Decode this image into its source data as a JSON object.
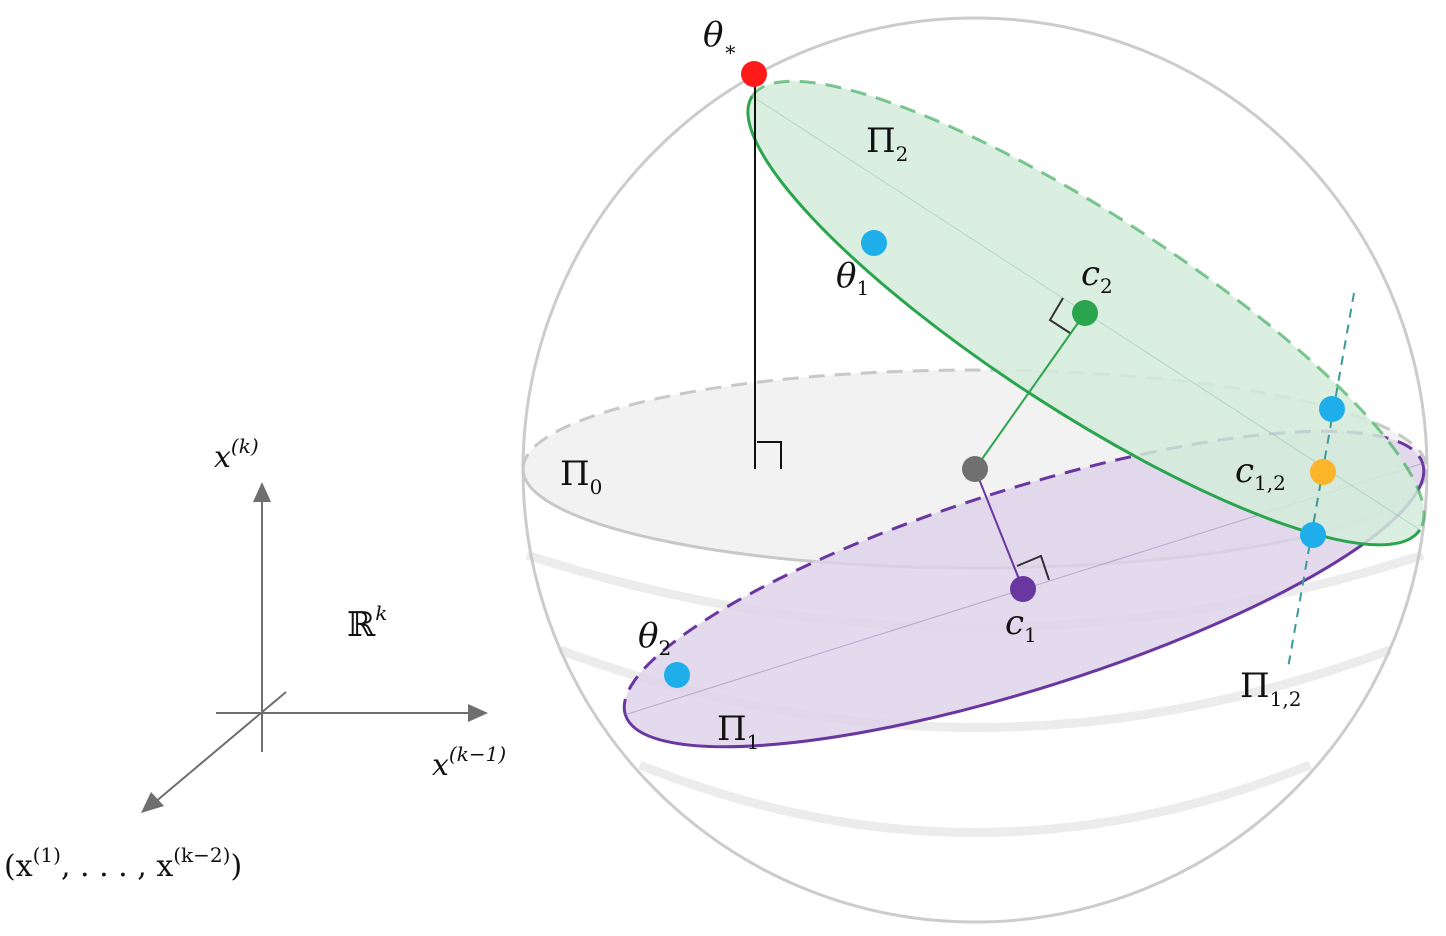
{
  "colors": {
    "sphere": "#cccccc",
    "ring": "#ececec",
    "plane0_fill": "#f2f2f2",
    "plane0_stroke": "#c8c8c8",
    "plane1_fill": "#ddd2ea",
    "plane1_stroke": "#6a36a0",
    "plane2_fill": "#d3ecdb",
    "plane2_stroke": "#2aa44d",
    "theta_star": "#ff1a1a",
    "theta_points": "#1eaeea",
    "c1": "#6a36a0",
    "c2": "#2aa44d",
    "c12": "#fbb52a",
    "center": "#707070",
    "axis": "#6e6e6e",
    "intersection_line": "#3a9a98"
  },
  "axes": {
    "vertical_label": "x",
    "vertical_sup": "(k)",
    "horizontal_label": "x",
    "horizontal_sup": "(k−1)",
    "depth_open": "(x",
    "depth_sup1": "(1)",
    "depth_mid": ", . . . , x",
    "depth_sup2": "(k−2)",
    "depth_close": ")",
    "space_label": "ℝ",
    "space_sup": "k"
  },
  "labels": {
    "theta_star": "θ",
    "theta_star_sub": "∗",
    "theta1": "θ",
    "theta1_sub": "1",
    "theta2": "θ",
    "theta2_sub": "2",
    "c1": "c",
    "c1_sub": "1",
    "c2": "c",
    "c2_sub": "2",
    "c12": "c",
    "c12_sub": "1,2",
    "pi0": "Π",
    "pi0_sub": "0",
    "pi1": "Π",
    "pi1_sub": "1",
    "pi2": "Π",
    "pi2_sub": "2",
    "pi12": "Π",
    "pi12_sub": "1,2"
  }
}
